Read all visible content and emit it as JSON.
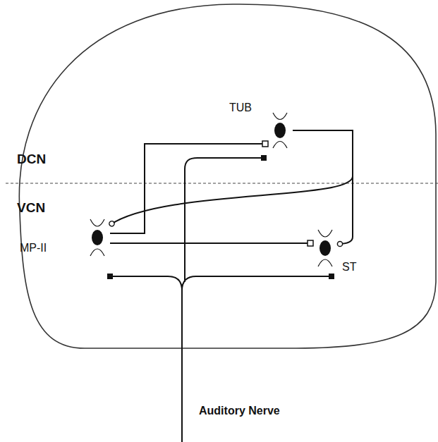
{
  "diagram": {
    "nodes": [
      {
        "text": [
          "TUB"
        ]
      },
      {
        "text": [
          "MP-II"
        ]
      },
      {
        "text": [
          "ST"
        ]
      }
    ],
    "edges": [
      {
        "from": 1,
        "to": 0,
        "arrow": "to"
      },
      {
        "from": 1,
        "to": 2,
        "arrow": "to"
      },
      {
        "from": 0,
        "to": 2,
        "arrow": "to"
      },
      {
        "from": 0,
        "to": 1,
        "arrow": "to"
      }
    ],
    "labels": [
      "DCN",
      "VCN",
      "Auditory Nerve"
    ]
  }
}
